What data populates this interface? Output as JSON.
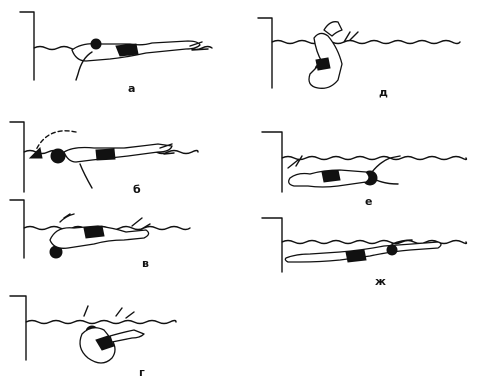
{
  "panels": [
    {
      "id": "a",
      "label": "а"
    },
    {
      "id": "b",
      "label": "б"
    },
    {
      "id": "v",
      "label": "в"
    },
    {
      "id": "g",
      "label": "г"
    },
    {
      "id": "d",
      "label": "д"
    },
    {
      "id": "e",
      "label": "е"
    },
    {
      "id": "zh",
      "label": "ж"
    }
  ]
}
